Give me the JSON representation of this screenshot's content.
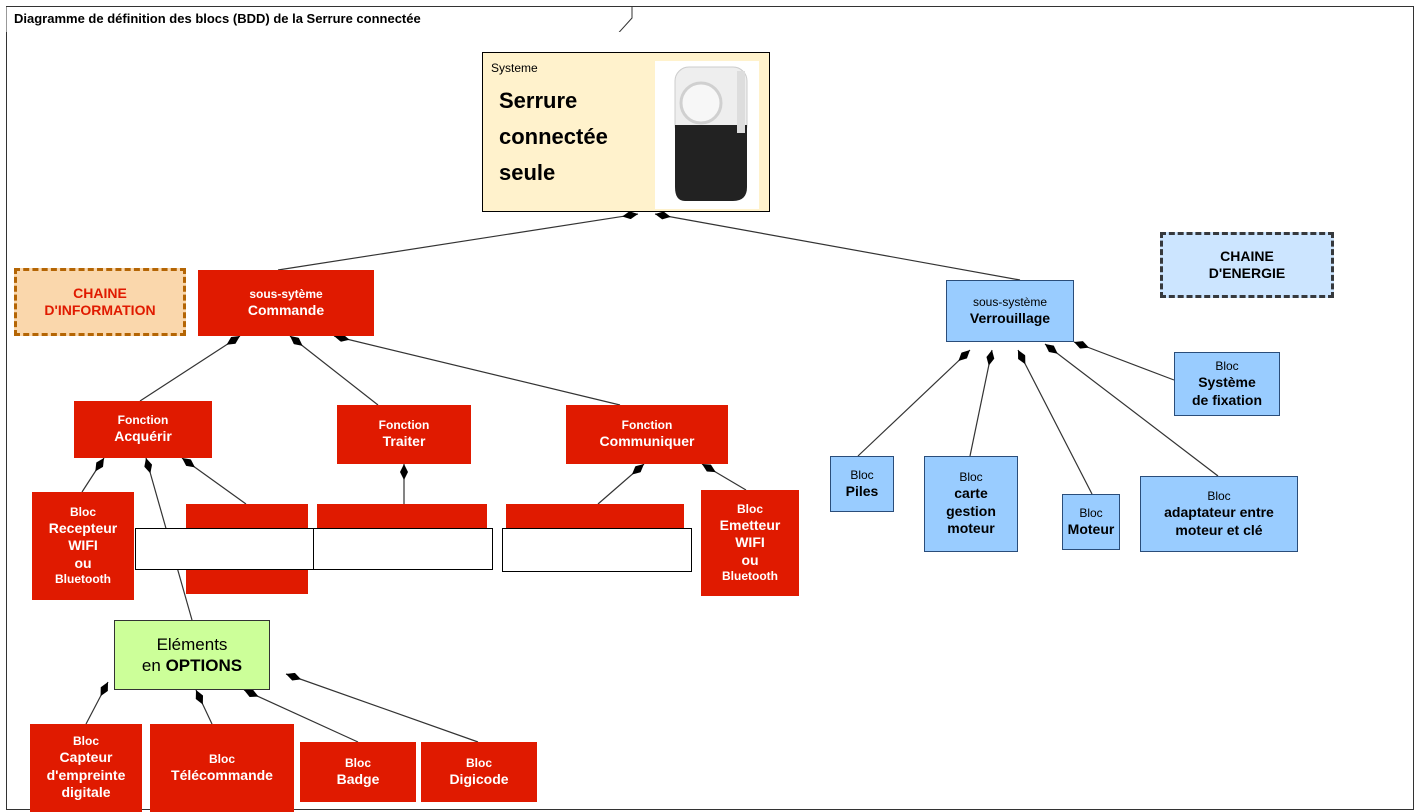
{
  "title": "Diagramme de définition des blocs (BDD) de la Serrure connectée",
  "system": {
    "stereotype": "Systeme",
    "name_lines": [
      "Serrure",
      "connectée",
      "seule"
    ]
  },
  "chaine_information": [
    "CHAINE",
    "D'INFORMATION"
  ],
  "chaine_energie": [
    "CHAINE",
    "D'ENERGIE"
  ],
  "commande": [
    "sous-sytème",
    "Commande"
  ],
  "verrouillage": [
    "sous-système",
    "Verrouillage"
  ],
  "acquerir": [
    "Fonction",
    "Acquérir"
  ],
  "traiter": [
    "Fonction",
    "Traiter"
  ],
  "communiquer": [
    "Fonction",
    "Communiquer"
  ],
  "recepteur": [
    "Bloc",
    "Recepteur",
    "WIFI",
    "ou",
    "Bluetooth"
  ],
  "emetteur": [
    "Bloc",
    "Emetteur",
    "WIFI",
    "ou",
    "Bluetooth"
  ],
  "options": [
    "Eléments",
    "en",
    "OPTIONS"
  ],
  "capteur": [
    "Bloc",
    "Capteur",
    "d'empreinte",
    "digitale"
  ],
  "telecommande": [
    "Bloc",
    "Télécommande"
  ],
  "badge": [
    "Bloc",
    "Badge"
  ],
  "digicode": [
    "Bloc",
    "Digicode"
  ],
  "fixation": [
    "Bloc",
    "Système",
    "de fixation"
  ],
  "piles": [
    "Bloc",
    "Piles"
  ],
  "carte": [
    "Bloc",
    "carte",
    "gestion",
    "moteur"
  ],
  "moteur": [
    "Bloc",
    "Moteur"
  ],
  "adaptateur": [
    "Bloc",
    "adaptateur entre",
    "moteur et clé"
  ],
  "colors": {
    "red": "#e01a00",
    "blue": "#99ccff",
    "cream": "#fff2cc",
    "green": "#ccff99"
  }
}
